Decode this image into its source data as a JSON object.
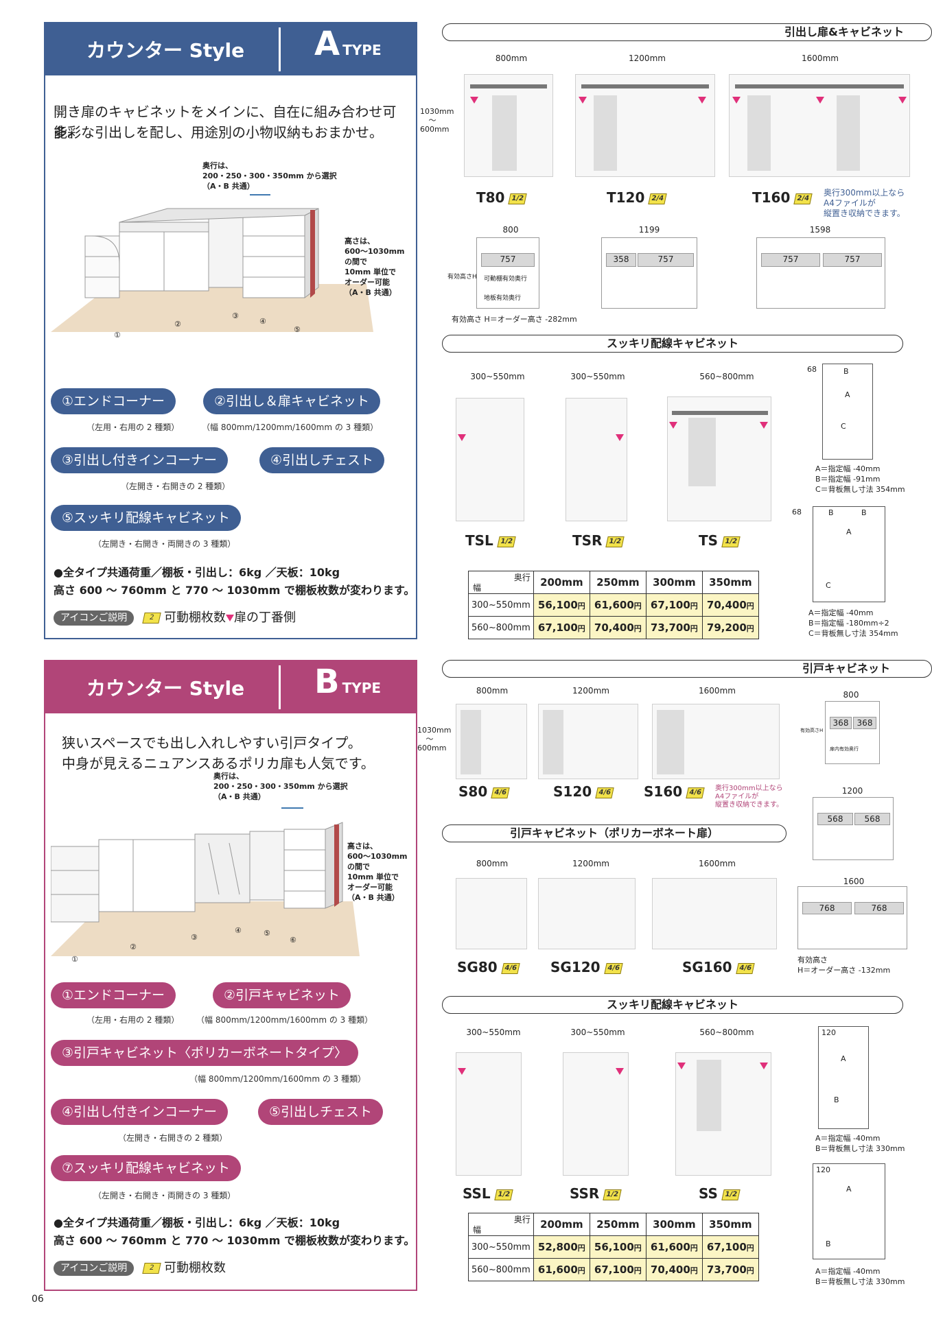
{
  "page_number": "06",
  "typeA": {
    "style_label": "カウンター Style",
    "type_letter": "A",
    "type_word": "TYPE",
    "lead_1": "開き扉のキャビネットをメインに、自在に組み合わせ可能。",
    "lead_2": "多彩な引出しを配し、用途別の小物収納もおまかせ。",
    "depth_1": "奥行は、",
    "depth_2": "200・250・300・350mm から選択",
    "depth_3": "（A・B 共通）",
    "height_1": "高さは、",
    "height_2": "600～1030mm",
    "height_3": "の間で",
    "height_4": "10mm 単位で",
    "height_5": "オーダー可能",
    "height_6": "（A・B 共通）",
    "markers": [
      "①",
      "②",
      "③",
      "④",
      "⑤"
    ],
    "item1": "①エンドコーナー",
    "item1_note": "（左用・右用の 2 種類）",
    "item2": "②引出し＆扉キャビネット",
    "item2_note": "（幅 800mm/1200mm/1600mm の 3 種類）",
    "item3": "③引出し付きインコーナー",
    "item4": "④引出しチェスト",
    "item34_note": "（左開き・右開きの 2 種類）",
    "item5": "⑤スッキリ配線キャビネット",
    "item5_note": "（左開き・右開き・両開きの 3 種類）",
    "common_1": "●全タイプ共通荷重／棚板・引出し：6kg ／天板：10kg",
    "common_2": "高さ 600 ～ 760mm と 770 ～ 1030mm で棚板枚数が変わります。",
    "icon_tag": "アイコンご説明",
    "icon_badge": "2",
    "icon_text1": "可動棚枚数",
    "icon_text2": "扉の丁番側"
  },
  "typeB": {
    "style_label": "カウンター Style",
    "type_letter": "B",
    "type_word": "TYPE",
    "lead_1": "狭いスペースでも出し入れしやすい引戸タイプ。",
    "lead_2": "中身が見えるニュアンスあるポリカ扉も人気です。",
    "depth_1": "奥行は、",
    "depth_2": "200・250・300・350mm から選択",
    "depth_3": "（A・B 共通）",
    "height_1": "高さは、",
    "height_2": "600～1030mm",
    "height_3": "の間で",
    "height_4": "10mm 単位で",
    "height_5": "オーダー可能",
    "height_6": "（A・B 共通）",
    "markers": [
      "①",
      "②",
      "③",
      "④",
      "⑤",
      "⑥"
    ],
    "item1": "①エンドコーナー",
    "item1_note": "（左用・右用の 2 種類）",
    "item2": "②引戸キャビネット",
    "item2_note": "（幅 800mm/1200mm/1600mm の 3 種類）",
    "item3": "③引戸キャビネット〈ポリカーボネートタイプ〉",
    "item3_note": "（幅 800mm/1200mm/1600mm の 3 種類）",
    "item4": "④引出し付きインコーナー",
    "item5": "⑤引出しチェスト",
    "item45_note": "（左開き・右開きの 2 種類）",
    "item7": "⑦スッキリ配線キャビネット",
    "item7_note": "（左開き・右開き・両開きの 3 種類）",
    "common_1": "●全タイプ共通荷重／棚板・引出し：6kg ／天板：10kg",
    "common_2": "高さ 600 ～ 760mm と 770 ～ 1030mm で棚板枚数が変わります。",
    "icon_tag": "アイコンご説明",
    "icon_badge": "2",
    "icon_text1": "可動棚枚数"
  },
  "right": {
    "sect1": "引出し扉&キャビネット",
    "w800": "800mm",
    "w1200": "1200mm",
    "w1600": "1600mm",
    "h1": "1030mm",
    "h2": "～",
    "h3": "600mm",
    "T80": "T80",
    "T80_b": "1/2",
    "T120": "T120",
    "T120_b": "2/4",
    "T160": "T160",
    "T160_b": "2/4",
    "a4note_1": "奥行300mm以上なら",
    "a4note_2": "A4ファイルが",
    "a4note_3": "縦置き収納できます。",
    "p800": "800",
    "p1199": "1199",
    "p1598": "1598",
    "c757": "757",
    "c358": "358",
    "plan_label1": "可動棚有効奥行",
    "plan_label2": "地板有効奥行",
    "plan_label3": "有効高さH",
    "eff_note": "有効高さ H＝オーダー高さ -282mm",
    "sect2": "スッキリ配線キャビネット",
    "w300_550": "300~550mm",
    "w560_800": "560~800mm",
    "TSL": "TSL",
    "TSR": "TSR",
    "TS": "TS",
    "b12": "1/2",
    "side1_68": "68",
    "sideB": "B",
    "sideA": "A",
    "sideC": "C",
    "side1_n1": "A＝指定幅 -40mm",
    "side1_n2": "B＝指定幅 -91mm",
    "side1_n3": "C＝背板無し寸法 354mm",
    "side2_n1": "A＝指定幅 -40mm",
    "side2_n2": "B＝指定幅 -180mm÷2",
    "side2_n3": "C＝背板無し寸法 354mm",
    "tbl_depth": "奥行",
    "tbl_width": "幅",
    "tbl_cols": [
      "200mm",
      "250mm",
      "300mm",
      "350mm"
    ],
    "tblA_rows": [
      {
        "label": "300~550mm",
        "v": [
          "56,100",
          "61,600",
          "67,100",
          "70,400"
        ]
      },
      {
        "label": "560~800mm",
        "v": [
          "67,100",
          "70,400",
          "73,700",
          "79,200"
        ]
      }
    ],
    "yen": "円",
    "sect3": "引戸キャビネット",
    "S80": "S80",
    "S120": "S120",
    "S160": "S160",
    "b46": "4/6",
    "c368": "368",
    "c568": "568",
    "c768": "768",
    "p1200": "1200",
    "p1600": "1600",
    "plan3_label1": "有効高さH",
    "plan3_label2": "扉内有効奥行",
    "eff_note2_1": "有効高さ",
    "eff_note2_2": "H＝オーダー高さ -132mm",
    "sect4": "引戸キャビネット（ポリカーボネート扉）",
    "SG80": "SG80",
    "SG120": "SG120",
    "SG160": "SG160",
    "sect5": "スッキリ配線キャビネット",
    "SSL": "SSL",
    "SSR": "SSR",
    "SS": "SS",
    "side3_120": "120",
    "side3_n1": "A＝指定幅 -40mm",
    "side3_n2": "B＝背板無し寸法 330mm",
    "side4_n1": "A＝指定幅 -40mm",
    "side4_n2": "B＝背板無し寸法 330mm",
    "tblB_rows": [
      {
        "label": "300~550mm",
        "v": [
          "52,800",
          "56,100",
          "61,600",
          "67,100"
        ]
      },
      {
        "label": "560~800mm",
        "v": [
          "61,600",
          "67,100",
          "70,400",
          "73,700"
        ]
      }
    ]
  },
  "colors": {
    "typeA": "#3f5f93",
    "typeB": "#b14578",
    "price_bg": "#fbf5c4",
    "hinge_marker": "#e0307a"
  }
}
